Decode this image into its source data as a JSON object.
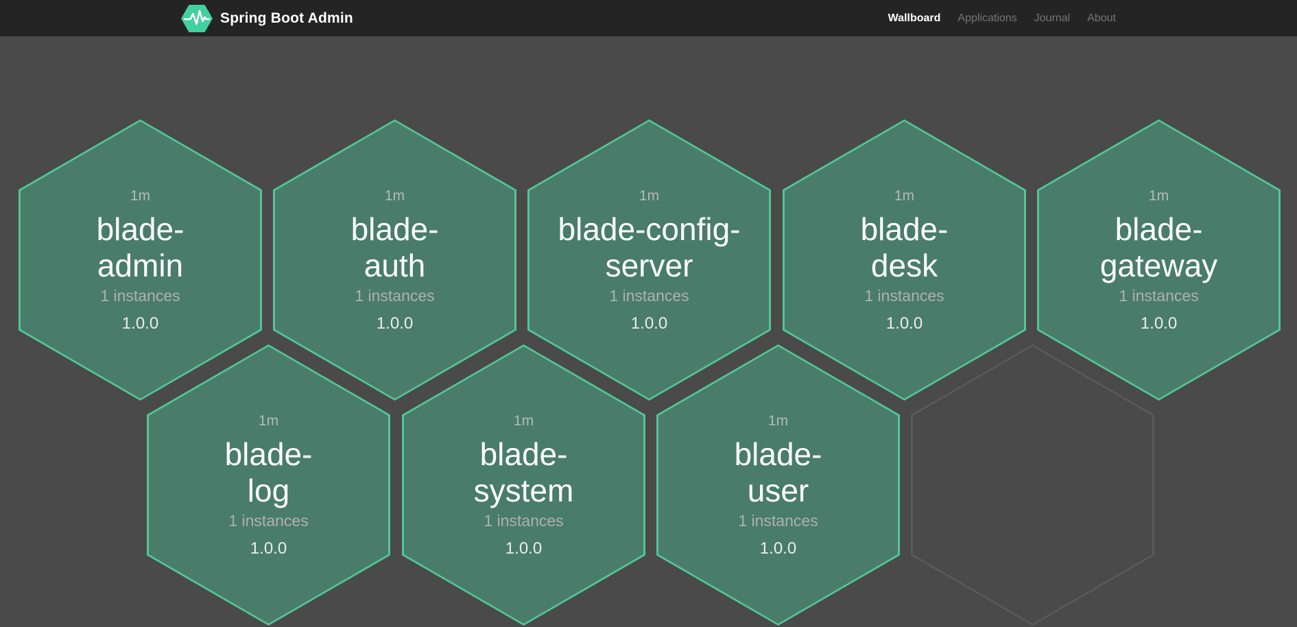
{
  "navbar": {
    "brand": "Spring Boot Admin",
    "items": [
      {
        "label": "Wallboard",
        "active": true
      },
      {
        "label": "Applications",
        "active": false
      },
      {
        "label": "Journal",
        "active": false
      },
      {
        "label": "About",
        "active": false
      }
    ]
  },
  "icons": {
    "brand": "sba-hexagon-pulse-icon"
  },
  "colors": {
    "navbar_bg": "#242424",
    "page_bg": "#4a4a4a",
    "brand_green": "#41d0a0",
    "hexagon_fill": "#497c6b",
    "hexagon_border": "#52c794",
    "empty_hexagon_border": "#5a5a5a",
    "active_link": "#ffffff",
    "inactive_link": "#757575"
  },
  "wallboard": {
    "applications": [
      {
        "name": "blade-admin",
        "name_lines": [
          "blade-",
          "admin"
        ],
        "uptime": "1m",
        "instances_label": "1 instances",
        "version": "1.0.0",
        "status": "UP"
      },
      {
        "name": "blade-auth",
        "name_lines": [
          "blade-",
          "auth"
        ],
        "uptime": "1m",
        "instances_label": "1 instances",
        "version": "1.0.0",
        "status": "UP"
      },
      {
        "name": "blade-config-server",
        "name_lines": [
          "blade-config-",
          "server"
        ],
        "uptime": "1m",
        "instances_label": "1 instances",
        "version": "1.0.0",
        "status": "UP"
      },
      {
        "name": "blade-desk",
        "name_lines": [
          "blade-",
          "desk"
        ],
        "uptime": "1m",
        "instances_label": "1 instances",
        "version": "1.0.0",
        "status": "UP"
      },
      {
        "name": "blade-gateway",
        "name_lines": [
          "blade-",
          "gateway"
        ],
        "uptime": "1m",
        "instances_label": "1 instances",
        "version": "1.0.0",
        "status": "UP"
      },
      {
        "name": "blade-log",
        "name_lines": [
          "blade-",
          "log"
        ],
        "uptime": "1m",
        "instances_label": "1 instances",
        "version": "1.0.0",
        "status": "UP"
      },
      {
        "name": "blade-system",
        "name_lines": [
          "blade-",
          "system"
        ],
        "uptime": "1m",
        "instances_label": "1 instances",
        "version": "1.0.0",
        "status": "UP"
      },
      {
        "name": "blade-user",
        "name_lines": [
          "blade-",
          "user"
        ],
        "uptime": "1m",
        "instances_label": "1 instances",
        "version": "1.0.0",
        "status": "UP"
      }
    ],
    "empty_slots": 1
  }
}
